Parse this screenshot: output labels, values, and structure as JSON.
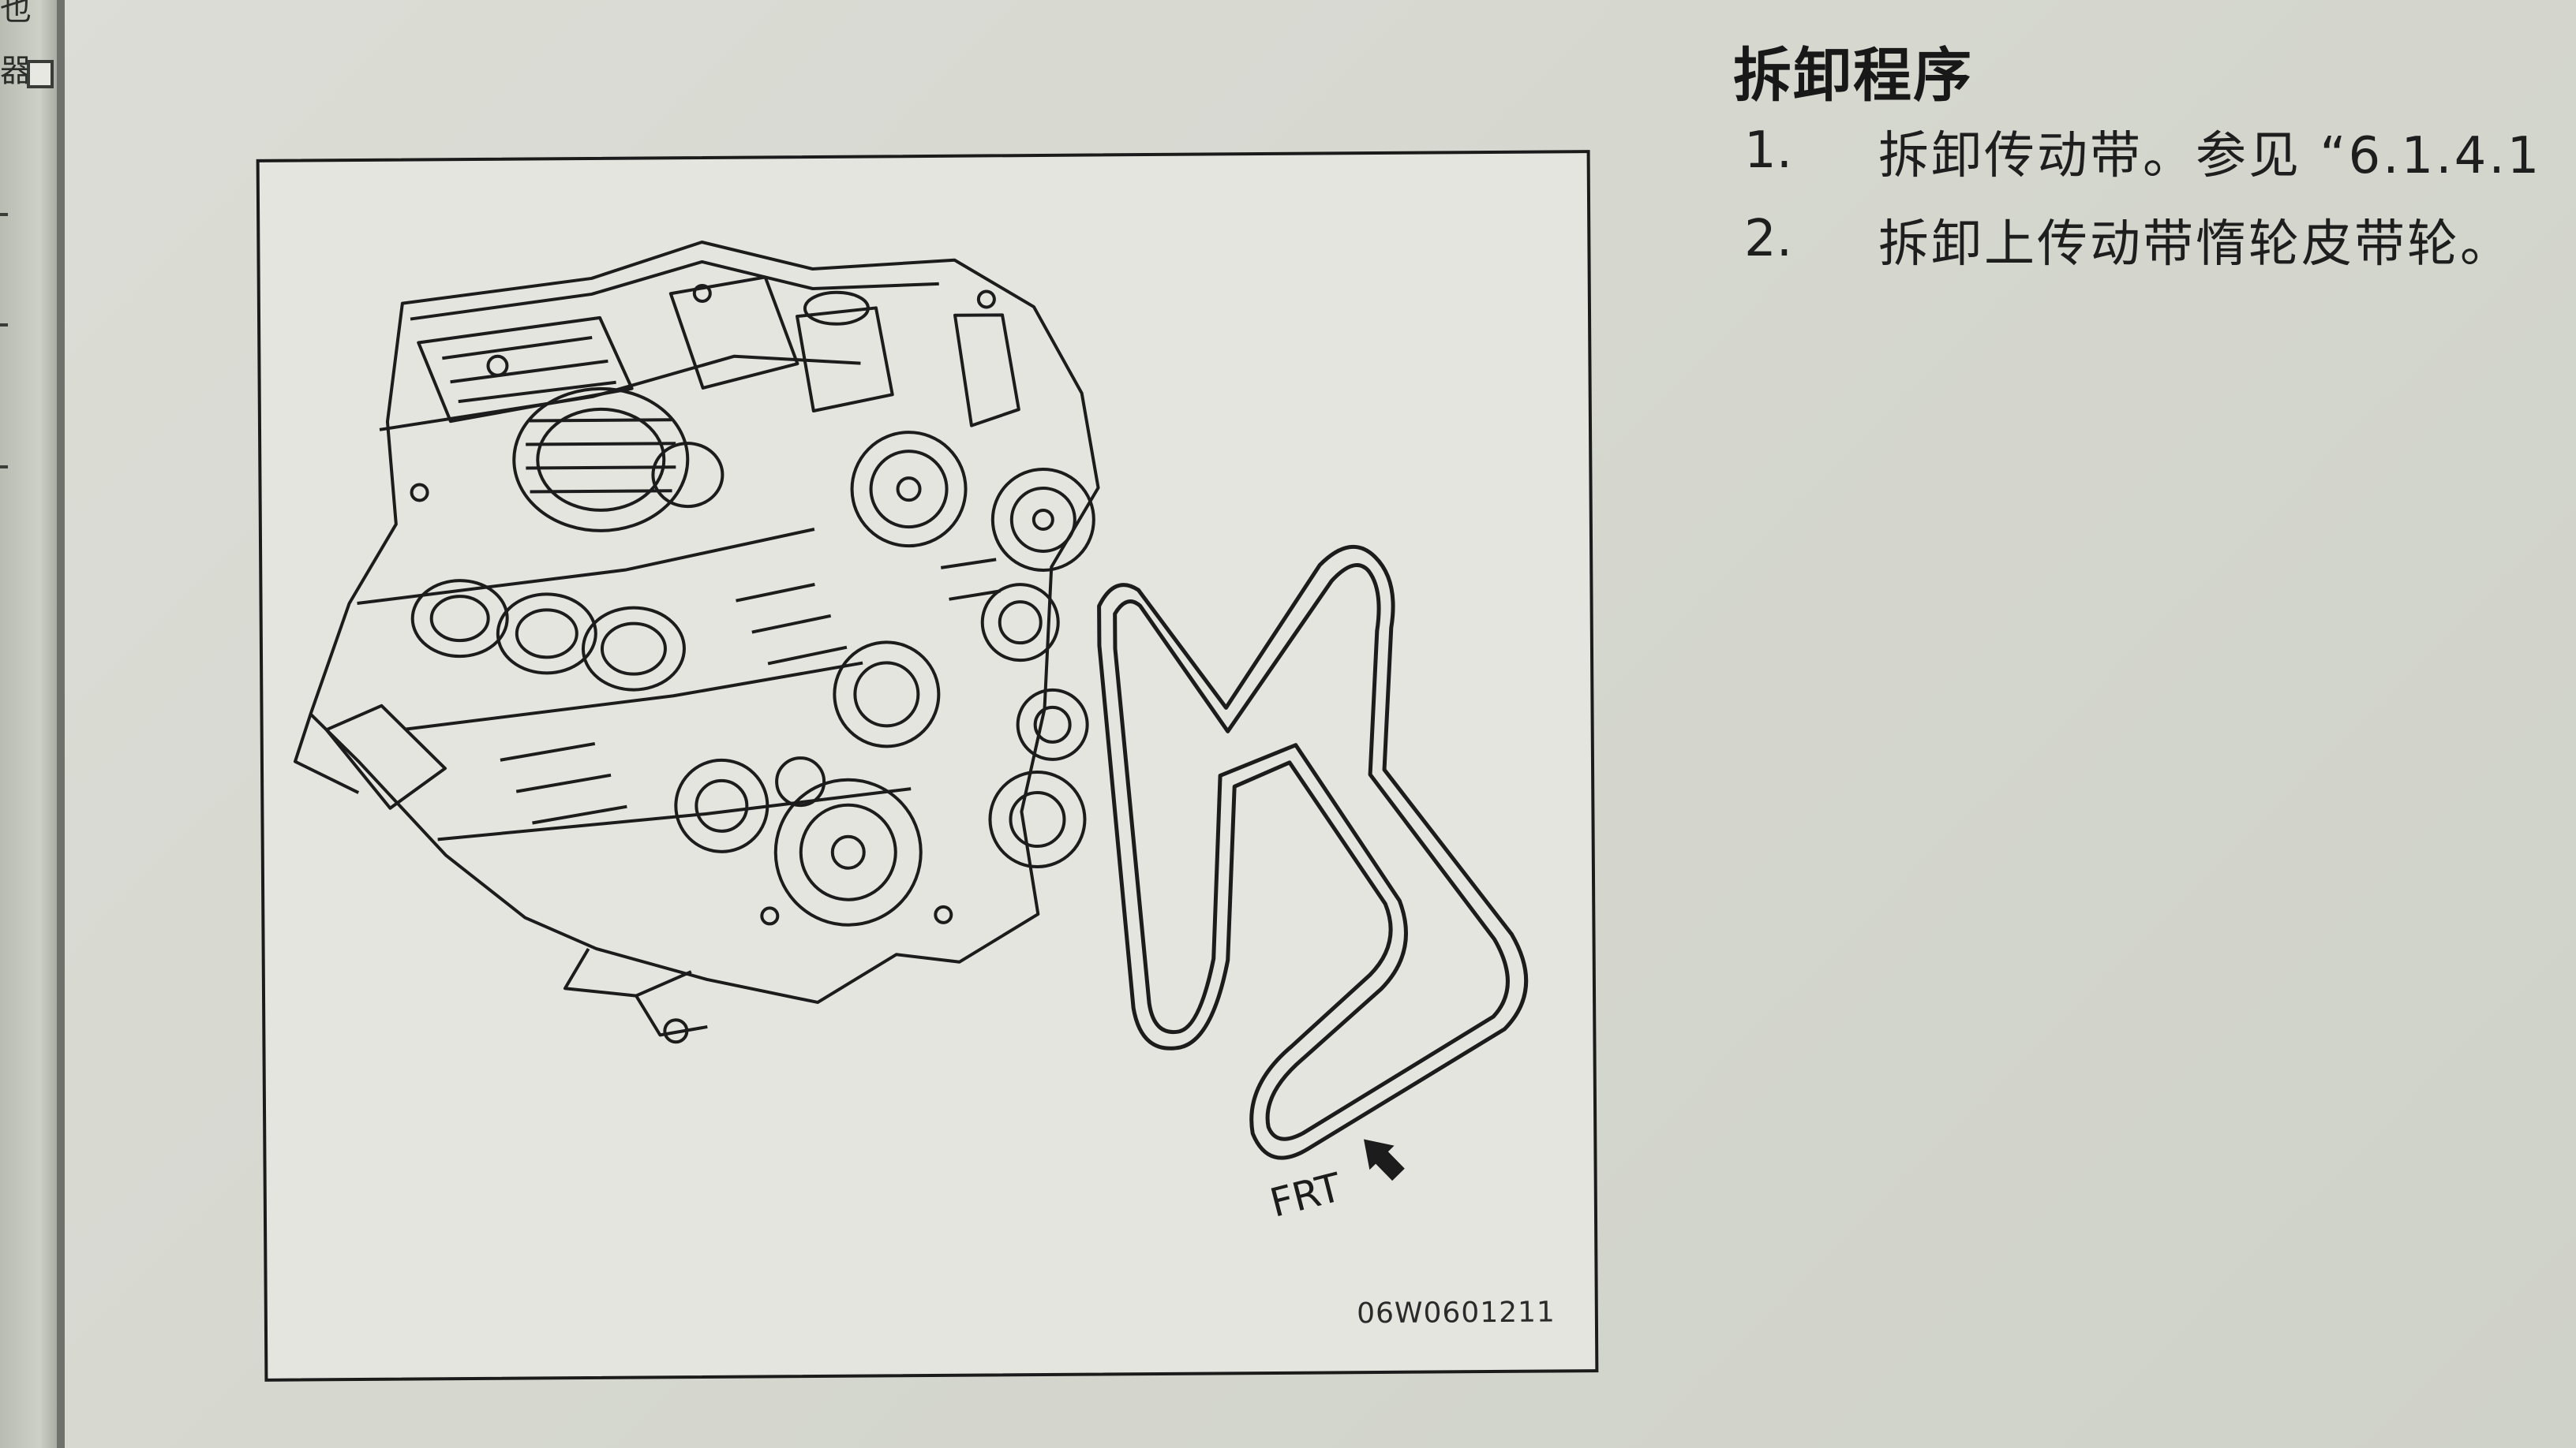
{
  "sidebar": {
    "fragments": [
      "也",
      "器",
      "",
      "",
      ""
    ]
  },
  "figure": {
    "direction_label": "FRT",
    "figure_id": "06W0601211"
  },
  "procedure": {
    "heading": "拆卸程序",
    "steps": [
      {
        "number": "1.",
        "text": "拆卸传动带。参见 “6.1.4.1"
      },
      {
        "number": "2.",
        "text": "拆卸上传动带惰轮皮带轮。"
      }
    ]
  },
  "icons": {
    "direction": "arrow-icon",
    "checkbox": "checkbox-icon"
  }
}
